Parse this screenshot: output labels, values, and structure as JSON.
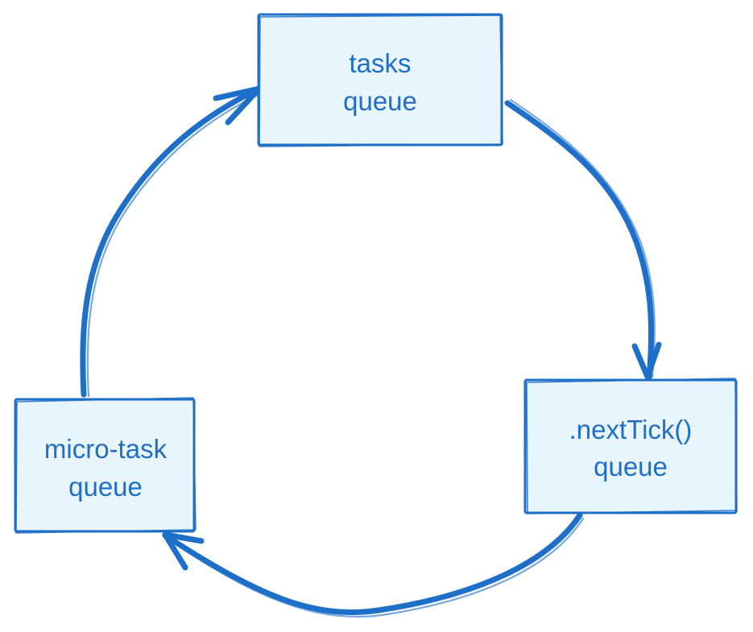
{
  "diagram": {
    "nodes": {
      "tasks": {
        "line1": "tasks",
        "line2": "queue"
      },
      "next_tick": {
        "line1": ".nextTick()",
        "line2": "queue"
      },
      "micro_task": {
        "line1": "micro-task",
        "line2": "queue"
      }
    },
    "edges": [
      {
        "from": "tasks",
        "to": "next_tick"
      },
      {
        "from": "next_tick",
        "to": "micro_task"
      },
      {
        "from": "micro_task",
        "to": "tasks"
      }
    ],
    "colors": {
      "stroke": "#1e6fc8",
      "fill": "#e8f5fd",
      "text": "#1e6fc8"
    }
  }
}
